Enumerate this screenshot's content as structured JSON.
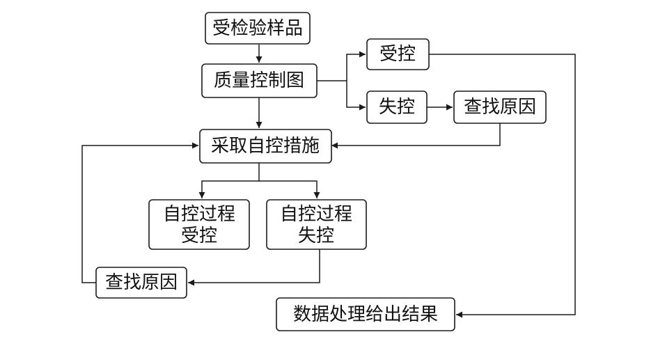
{
  "nodes": {
    "sample": "受检验样品",
    "chart": "质量控制图",
    "in_control": "受控",
    "out_of_control": "失控",
    "find_cause_right": "查找原因",
    "measures": "采取自控措施",
    "self_in_control_line1": "自控过程",
    "self_in_control_line2": "受控",
    "self_out_control_line1": "自控过程",
    "self_out_control_line2": "失控",
    "find_cause_left": "查找原因",
    "result": "数据处理给出结果"
  },
  "colors": {
    "line": "#1a1a1a",
    "text": "#111111",
    "background": "#ffffff"
  }
}
